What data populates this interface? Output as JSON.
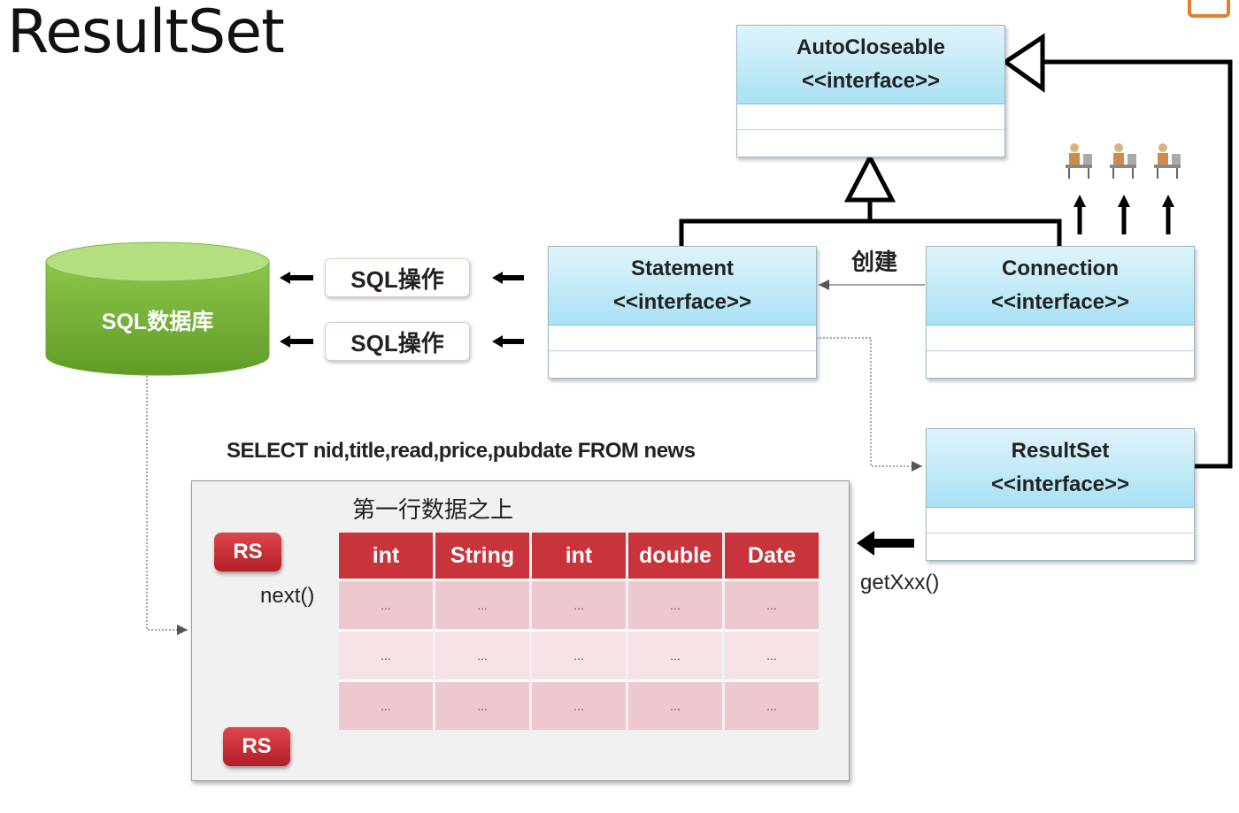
{
  "title": "ResultSet",
  "autocloseable": {
    "name": "AutoCloseable",
    "stereotype": "<<interface>>"
  },
  "statement": {
    "name": "Statement",
    "stereotype": "<<interface>>"
  },
  "connection": {
    "name": "Connection",
    "stereotype": "<<interface>>"
  },
  "resultset": {
    "name": "ResultSet",
    "stereotype": "<<interface>>"
  },
  "database": {
    "label": "SQL数据库"
  },
  "sql_ops": [
    "SQL操作",
    "SQL操作"
  ],
  "create_label": "创建",
  "query": "SELECT nid,title,read,price,pubdate FROM news",
  "above_first_row": "第一行数据之上",
  "columns": [
    "int",
    "String",
    "int",
    "double",
    "Date"
  ],
  "rows": [
    [
      "...",
      "...",
      "...",
      "...",
      "..."
    ],
    [
      "...",
      "...",
      "...",
      "...",
      "..."
    ],
    [
      "...",
      "...",
      "...",
      "...",
      "..."
    ]
  ],
  "cursor": {
    "label": "RS",
    "next": "next()"
  },
  "getter": "getXxx()",
  "icons": [
    "person-at-desk-icon",
    "person-at-desk-icon",
    "person-at-desk-icon"
  ],
  "colors": {
    "interface_fill": "#a9e1f4",
    "db_green": "#7ab83a",
    "header_red": "#c9333b"
  }
}
